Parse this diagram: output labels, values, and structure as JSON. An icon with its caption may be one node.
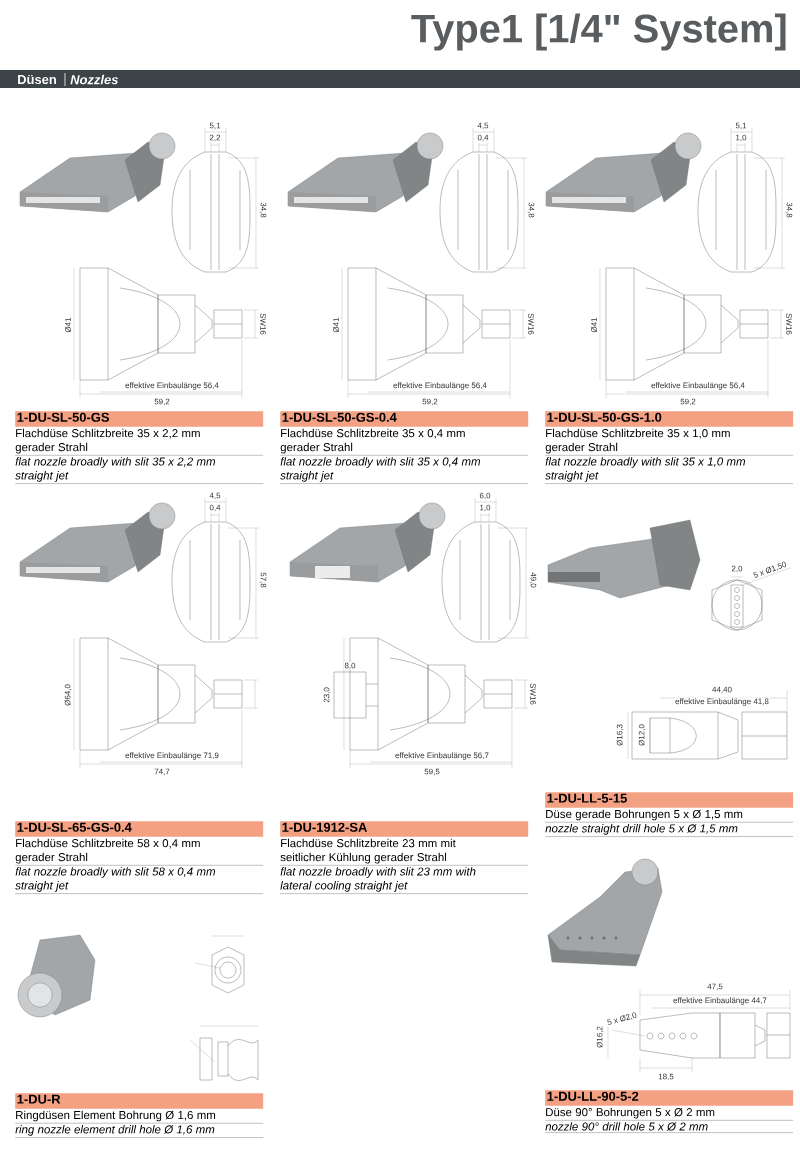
{
  "diagram": {
    "title": "Type1 [1/4\" System]",
    "nodes": [
      {
        "text": [
          "1-DU-SL-50-GS",
          "Flachdüse Schlitzbreite 35 x 2,2 mm gerader Strahl",
          "flat nozzle broadly with slit 35 x 2,2 mm straight jet"
        ]
      },
      {
        "text": [
          "1-DU-SL-50-GS-0.4",
          "Flachdüse Schlitzbreite 35 x 0,4 mm gerader Strahl",
          "flat nozzle broadly with slit 35 x 0,4 mm straight jet"
        ]
      },
      {
        "text": [
          "1-DU-SL-50-GS-1.0",
          "Flachdüse Schlitzbreite 35 x 1,0 mm gerader Strahl",
          "flat nozzle broadly with slit 35 x 1,0 mm straight jet"
        ]
      },
      {
        "text": [
          "1-DU-LL-5-15",
          "Düse gerade Bohrungen 5 x Ø 1,5 mm",
          "nozzle straight drill hole 5 x Ø 1,5 mm"
        ]
      },
      {
        "text": [
          "1-DU-SL-65-GS-0.4",
          "Flachdüse Schlitzbreite 58 x 0,4 mm gerader Strahl",
          "flat nozzle broadly with slit 58 x 0,4 mm straight jet"
        ]
      },
      {
        "text": [
          "1-DU-1912-SA",
          "Flachdüse Schlitzbreite 23 mm mit seitlicher Kühlung gerader Strahl",
          "flat nozzle broadly with slit 23 mm with lateral cooling straight jet"
        ]
      },
      {
        "text": [
          "1-DU-R",
          "Ringdüsen Element Bohrung Ø  1,6 mm",
          "ring nozzle element drill hole Ø  1,6 mm"
        ]
      },
      {
        "text": [
          "1-DU-LL-90-5-2",
          "Düse 90° Bohrungen 5 x Ø 2 mm",
          "nozzle 90° drill hole 5 x Ø 2 mm"
        ]
      }
    ],
    "labels": [
      "Düsen",
      "Nozzles",
      "5,1",
      "2,2",
      "34,8",
      "Ø41",
      "SW16",
      "effektive Einbaulänge 56,4",
      "59,2",
      "4,5",
      "0,4",
      "34,8",
      "Ø41",
      "SW16",
      "effektive Einbaulänge 56,4",
      "59,2",
      "5,1",
      "1,0",
      "34,8",
      "Ø41",
      "SW16",
      "effektive Einbaulänge 56,4",
      "59,2",
      "4,5",
      "0,4",
      "57,8",
      "Ø64,0",
      "effektive Einbaulänge 71,9",
      "74,7",
      "6,0",
      "1,0",
      "49,0",
      "23,0",
      "8,0",
      "SW16",
      "effektive Einbaulänge 56,7",
      "59,5",
      "2,0",
      "5 x Ø1,50",
      "44,40",
      "effektive Einbaulänge 41,8",
      "Ø16,3",
      "Ø12,0",
      "47,5",
      "effektive Einbaulänge 44,7",
      "5 x Ø2,0",
      "Ø16,2",
      "18,5"
    ]
  }
}
